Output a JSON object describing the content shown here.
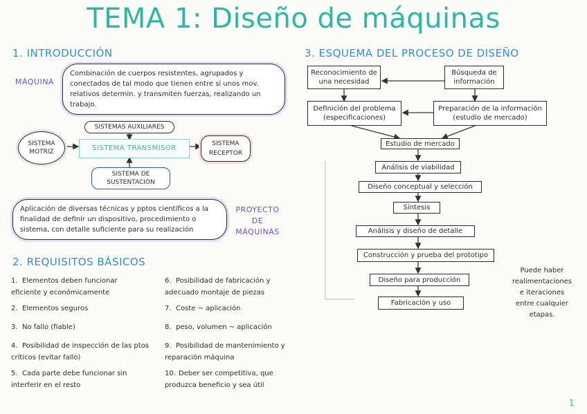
{
  "title": "TEMA 1: Diseño de máquinas",
  "sections": {
    "intro": "1. INTRODUCCIÓN",
    "requisitos": "2. REQUISITOS BÁSICOS",
    "esquema": "3. ESQUEMA DEL PROCESO DE DISEÑO"
  },
  "intro": {
    "maquina_label": "MÁQUINA",
    "maquina_def": "Combinación de cuerpos resistentes, agrupados y conectados de tal modo que tienen entre sí unos mov. relativos determin. y transmiten fuerzas, realizando un trabajo.",
    "sistema_motriz": "SISTEMA MOTRIZ",
    "sistemas_auxiliares": "SISTEMAS AUXILIARES",
    "sistema_transmisor": "SISTEMA TRANSMISOR",
    "sistema_receptor": "SISTEMA RECEPTOR",
    "sistema_sustentacion": "SISTEMA DE SUSTENTACIÓN",
    "proyecto_def": "Aplicación de diversas técnicas y pptos científicos a la finalidad de definir un dispositivo, procedimiento o sistema, con detalle suficiente para su realización",
    "proyecto_label": "PROYECTO DE MÁQUINAS"
  },
  "requisitos": [
    {
      "num": "1.",
      "text": "Elementos deben funcionar eficiente y económicamente"
    },
    {
      "num": "2.",
      "text": "Elementos seguros"
    },
    {
      "num": "3.",
      "text": "No fallo (fiable)"
    },
    {
      "num": "4.",
      "text": "Posibilidad de inspección de las ptos críticos (evitar fallo)"
    },
    {
      "num": "5.",
      "text": "Cada parte debe funcionar sin interferir en el resto"
    },
    {
      "num": "6.",
      "text": "Posibilidad de fabricación y adecuado montaje de piezas"
    },
    {
      "num": "7.",
      "text": "Coste ~ aplicación"
    },
    {
      "num": "8.",
      "text": "peso, volumen ~ aplicación"
    },
    {
      "num": "9.",
      "text": "Posibilidad de mantenimiento y reparación máquina"
    },
    {
      "num": "10.",
      "text": "Deber ser competitiva, que produzca beneficio y sea útil"
    }
  ],
  "esquema": {
    "reconocimiento": "Reconocimiento de una necesidad",
    "busqueda": "Búsqueda de información",
    "definicion": "Definición del problema (especificaciones)",
    "preparacion": "Preparación de la información (estudio de mercado)",
    "steps": [
      "Estudio de mercado",
      "Análisis de viabilidad",
      "Diseño conceptual y selección",
      "Síntesis",
      "Análisis y diseño de detalle",
      "Construcción y prueba del prototipo",
      "Diseño para producción",
      "Fabricación y uso"
    ],
    "note": "Puede haber realimentaciones e iteraciones entre cualquier etapas."
  },
  "page_number": "1"
}
